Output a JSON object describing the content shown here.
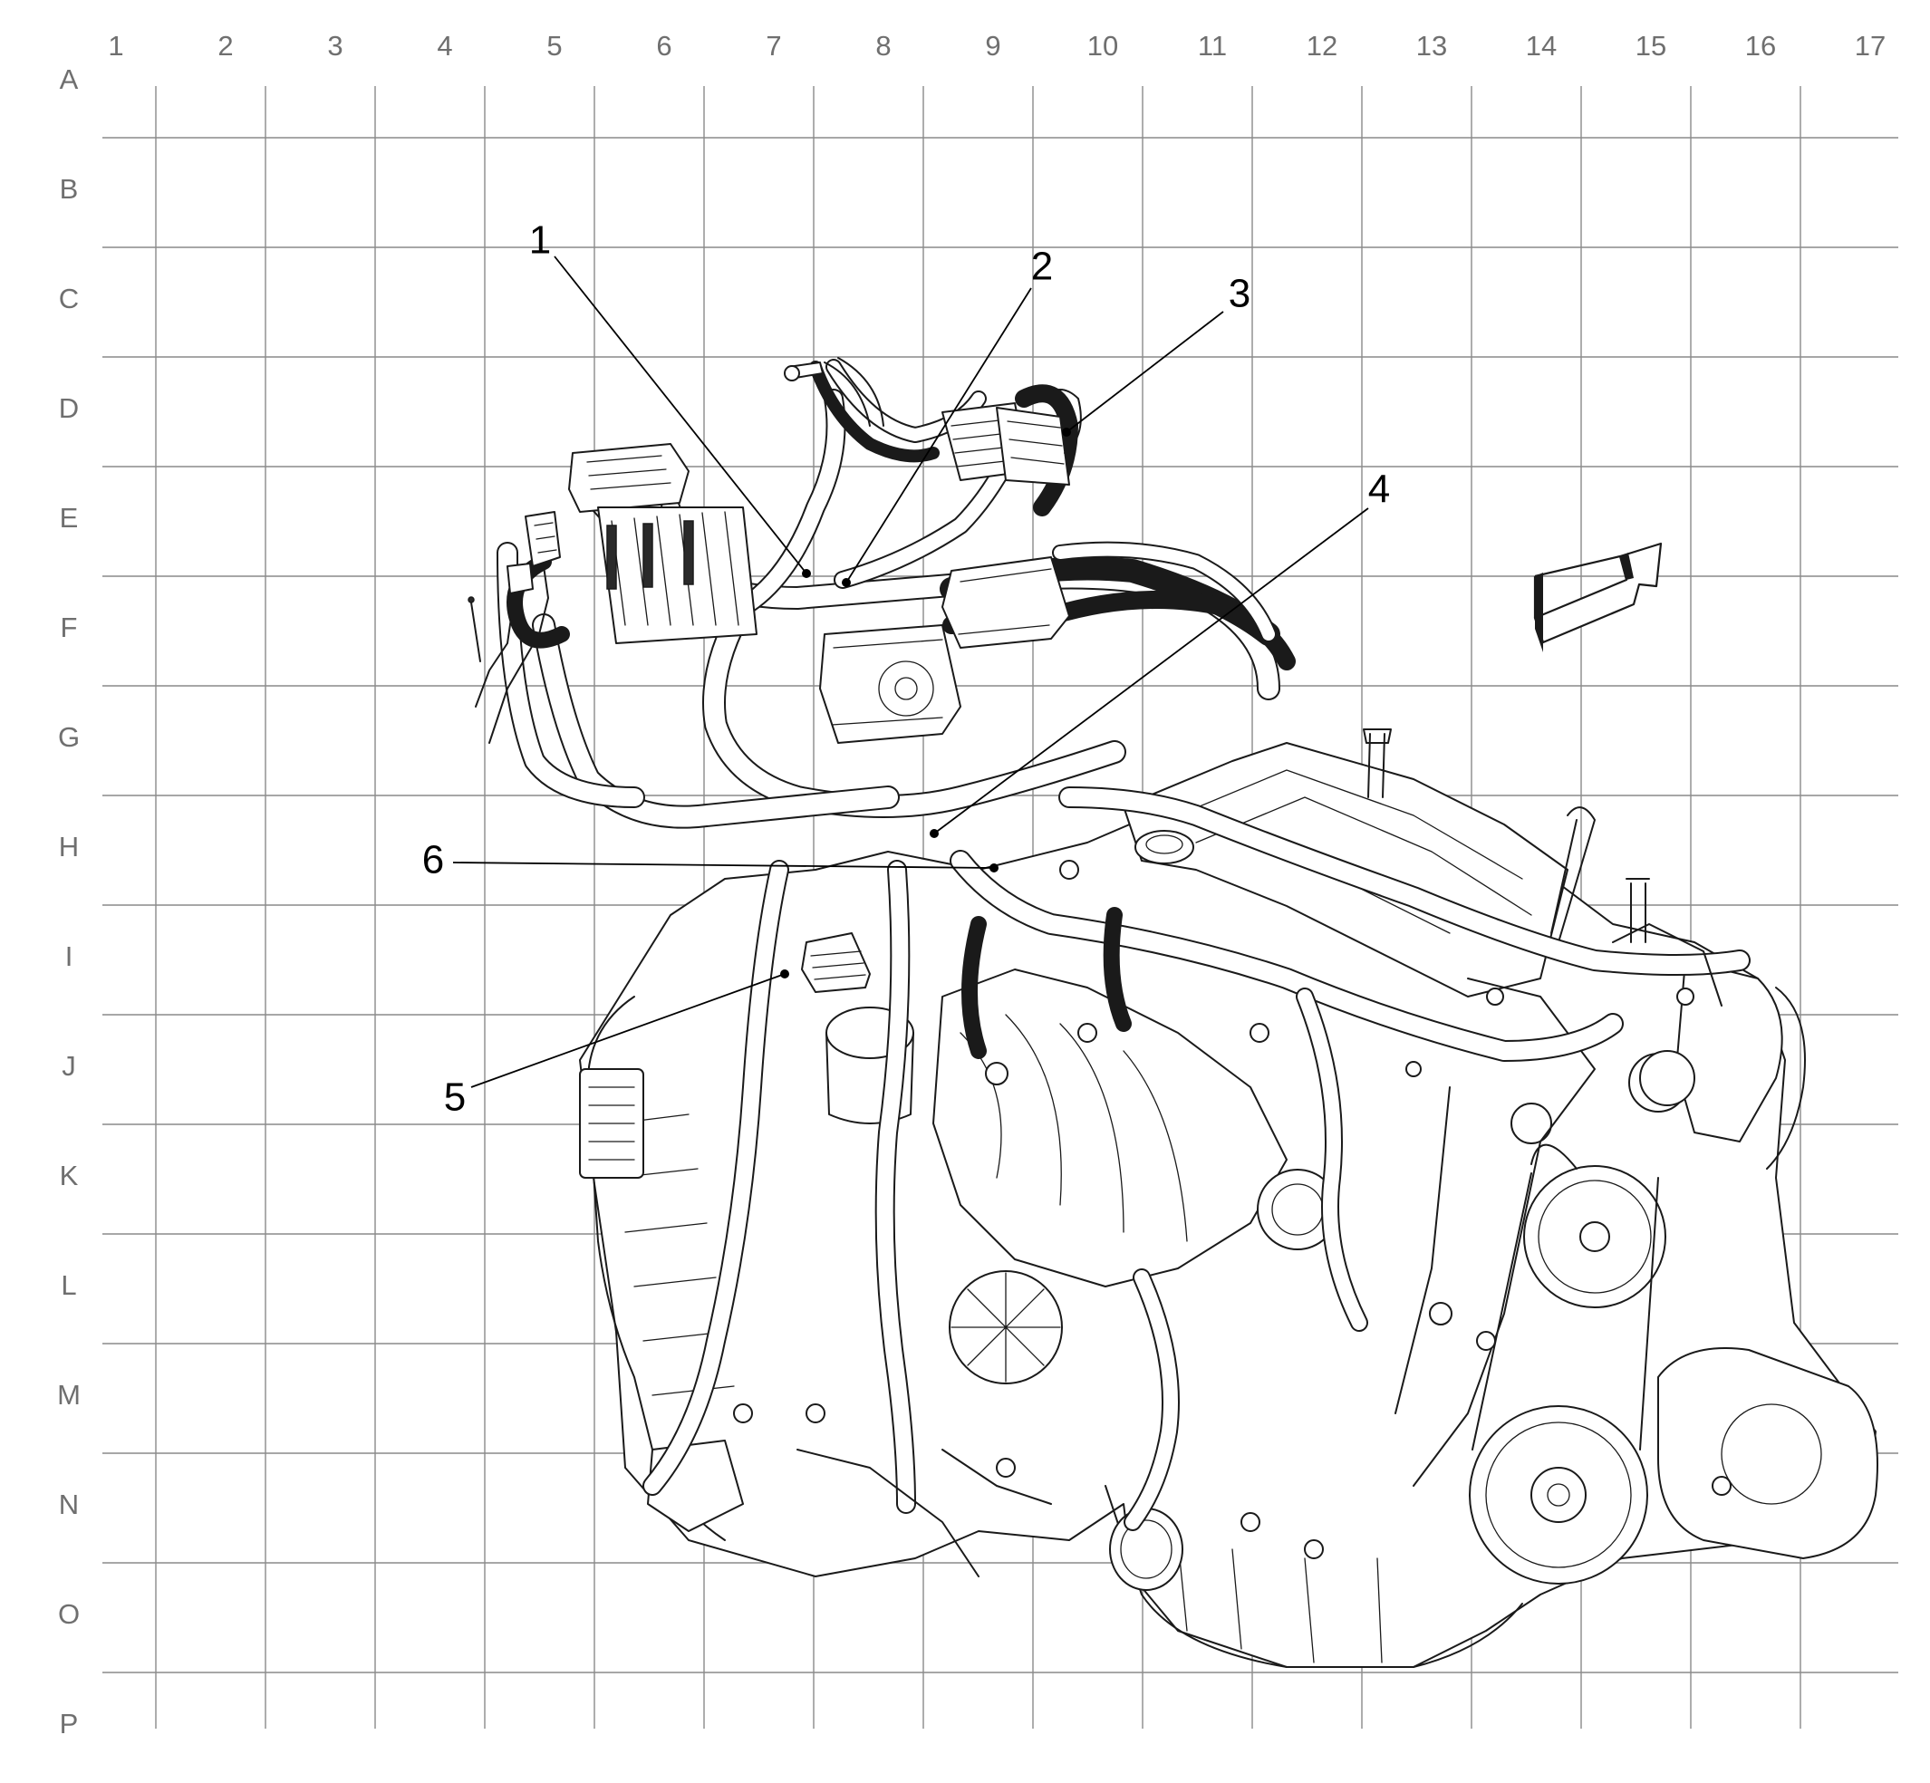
{
  "grid": {
    "column_labels": [
      "1",
      "2",
      "3",
      "4",
      "5",
      "6",
      "7",
      "8",
      "9",
      "10",
      "11",
      "12",
      "13",
      "14",
      "15",
      "16",
      "17"
    ],
    "row_labels": [
      "A",
      "B",
      "C",
      "D",
      "E",
      "F",
      "G",
      "H",
      "I",
      "J",
      "K",
      "L",
      "M",
      "N",
      "O",
      "P"
    ]
  },
  "callouts": [
    {
      "label": "1"
    },
    {
      "label": "2"
    },
    {
      "label": "3"
    },
    {
      "label": "4"
    },
    {
      "label": "5"
    },
    {
      "label": "6"
    }
  ],
  "orientation_arrow": {
    "icon": "forward-direction-arrow-icon"
  },
  "colors": {
    "grid": "#8a8a8a",
    "labels": "#6f6f6f",
    "ink": "#1a1a1a"
  }
}
